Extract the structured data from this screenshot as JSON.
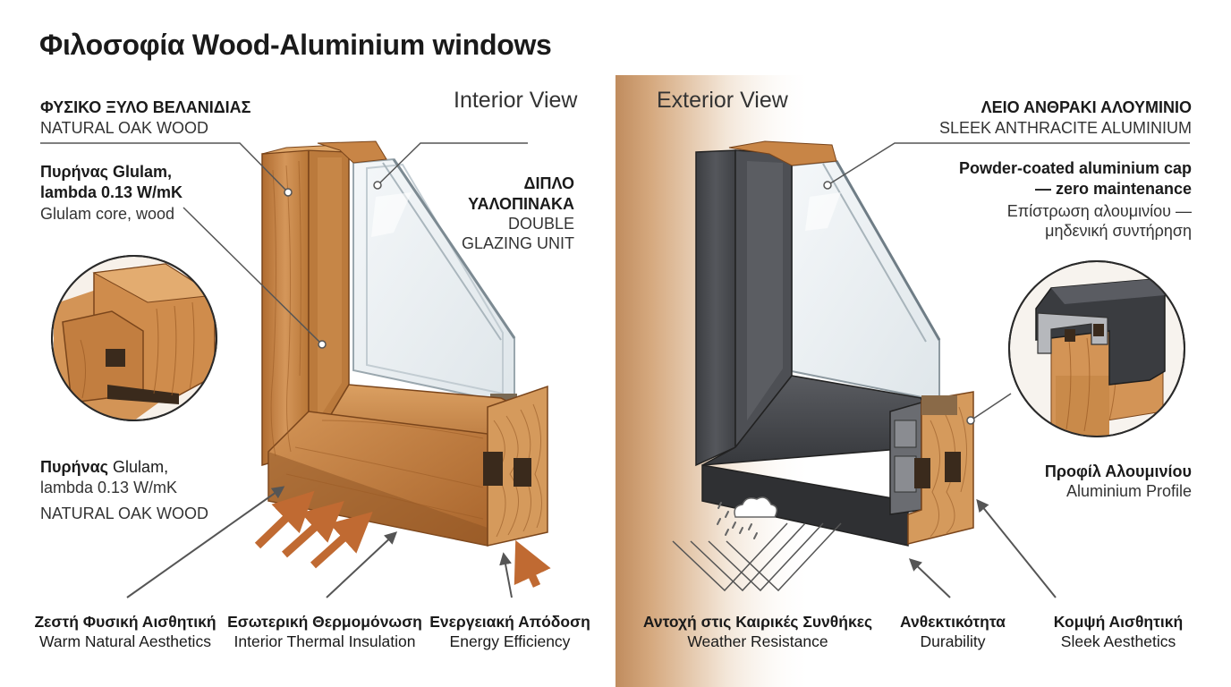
{
  "title": "Φιλοσοφία Wood-Aluminium windows",
  "interior": {
    "view_label": "Interior View",
    "oak_gr": "ΦΥΣΙΚΟ ΞΥΛΟ ΒΕΛΑΝΙΔΙΑΣ",
    "oak_en": "NATURAL OAK WOOD",
    "core_gr_1": "Πυρήνας Glulam,",
    "core_gr_2": "lambda 0.13 W/mK",
    "core_en": "Glulam core, wood",
    "glazing_gr_1": "ΔΙΠΛΟ",
    "glazing_gr_2": "ΥΑΛΟΠΙΝΑΚΑ",
    "glazing_en_1": "DOUBLE",
    "glazing_en_2": "GLAZING UNIT",
    "core2_gr_bold": "Πυρήνας",
    "core2_gr_rest": " Glulam,",
    "core2_line2": "lambda 0.13 W/mK",
    "core2_en": "NATURAL OAK WOOD"
  },
  "exterior": {
    "view_label": "Exterior View",
    "alu_gr": "ΛΕΙΟ ΑΝΘΡΑΚΙ ΑΛΟΥΜΙΝΙΟ",
    "alu_en": "SLEEK ANTHRACITE ALUMINIUM",
    "cap_en_1": "Powder-coated aluminium cap",
    "cap_en_2": "— zero maintenance",
    "cap_gr_1": "Επίστρωση αλουμινίου —",
    "cap_gr_2": "μηδενική συντήρηση",
    "profile_gr": "Προφίλ Αλουμινίου",
    "profile_en": "Aluminium Profile"
  },
  "features": [
    {
      "gr": "Ζεστή Φυσική Αισθητική",
      "en": "Warm Natural Aesthetics"
    },
    {
      "gr": "Εσωτερική Θερμομόνωση",
      "en": "Interior Thermal Insulation"
    },
    {
      "gr": "Ενεργειακή Απόδοση",
      "en": "Energy Efficiency"
    },
    {
      "gr": "Αντοχή στις Καιρικές Συνθήκες",
      "en": "Weather Resistance"
    },
    {
      "gr": "Ανθεκτικότητα",
      "en": "Durability"
    },
    {
      "gr": "Κομψή Αισθητική",
      "en": "Sleek Aesthetics"
    }
  ],
  "colors": {
    "oak_light": "#d99a58",
    "oak_mid": "#c07a3c",
    "oak_dark": "#8e5424",
    "anthracite": "#4a4c50",
    "anthracite_dark": "#2f3033",
    "glass": "#e8edf0",
    "arrow_copper": "#c06a32",
    "background_wood": "#c89060"
  },
  "icons": [
    "weather-cloud-rain-icon"
  ]
}
